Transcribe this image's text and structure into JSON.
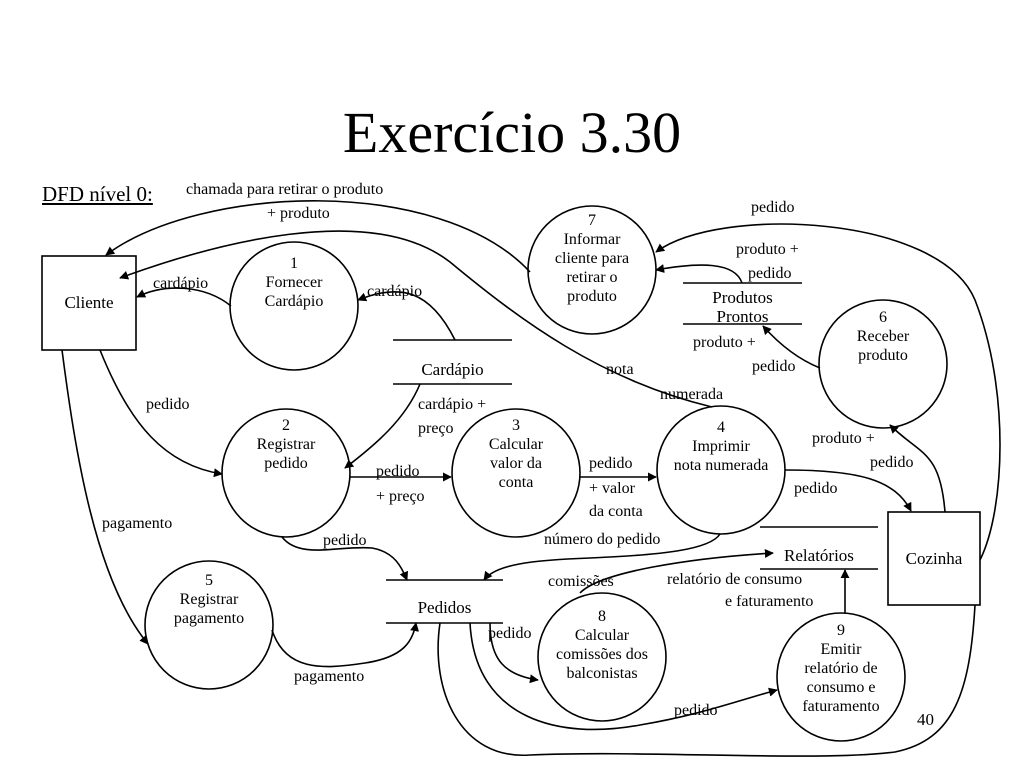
{
  "slide": {
    "title": "Exercício 3.30",
    "subtitle": "DFD nível 0:",
    "page_number": "40"
  },
  "entities": {
    "cliente": "Cliente",
    "cozinha": "Cozinha"
  },
  "processes": {
    "p1": {
      "num": "1",
      "line1": "Fornecer",
      "line2": "Cardápio"
    },
    "p2": {
      "num": "2",
      "line1": "Registrar",
      "line2": "pedido"
    },
    "p3": {
      "num": "3",
      "line1": "Calcular",
      "line2": "valor da",
      "line3": "conta"
    },
    "p4": {
      "num": "4",
      "line1": "Imprimir",
      "line2": "nota numerada"
    },
    "p5": {
      "num": "5",
      "line1": "Registrar",
      "line2": "pagamento"
    },
    "p6": {
      "num": "6",
      "line1": "Receber",
      "line2": "produto"
    },
    "p7": {
      "num": "7",
      "line1": "Informar",
      "line2": "cliente para",
      "line3": "retirar o",
      "line4": "produto"
    },
    "p8": {
      "num": "8",
      "line1": "Calcular",
      "line2": "comissões dos",
      "line3": "balconistas"
    },
    "p9": {
      "num": "9",
      "line1": "Emitir",
      "line2": "relatório de",
      "line3": "consumo e",
      "line4": "faturamento"
    }
  },
  "stores": {
    "cardapio": "Cardápio",
    "produtos_prontos_1": "Produtos",
    "produtos_prontos_2": "Prontos",
    "pedidos": "Pedidos",
    "relatorios": "Relatórios"
  },
  "flows": {
    "chamada_1": "chamada para retirar o produto",
    "chamada_2": "+ produto",
    "cardapio_to_cliente": "cardápio",
    "cardapio_to_p1": "cardápio",
    "pedido_cliente_p2": "pedido",
    "cardapio_preco_1": "cardápio +",
    "cardapio_preco_2": "preço",
    "pedido_preco_1": "pedido",
    "pedido_preco_2": "+ preço",
    "pedido_valor_1": "pedido",
    "pedido_valor_2": "+ valor",
    "pedido_valor_3": "da conta",
    "nota": "nota",
    "numerada": "numerada",
    "pedido_p4_cozinha": "pedido",
    "pedido_cozinha_p7": "pedido",
    "produto_pedido_p7_1": "produto +",
    "produto_pedido_p7_2": "pedido",
    "produto_pedido_p6_1": "produto +",
    "produto_pedido_p6_2": "pedido",
    "produto_pedido_cozinha_1": "produto +",
    "produto_pedido_cozinha_2": "pedido",
    "pagamento_cliente": "pagamento",
    "pagamento_p5": "pagamento",
    "pedido_p2_pedidos": "pedido",
    "numero_pedido": "número do pedido",
    "comissoes": "comissões",
    "relatorio_1": "relatório de consumo",
    "relatorio_2": "e faturamento",
    "pedido_p8": "pedido",
    "pedido_p9": "pedido"
  }
}
